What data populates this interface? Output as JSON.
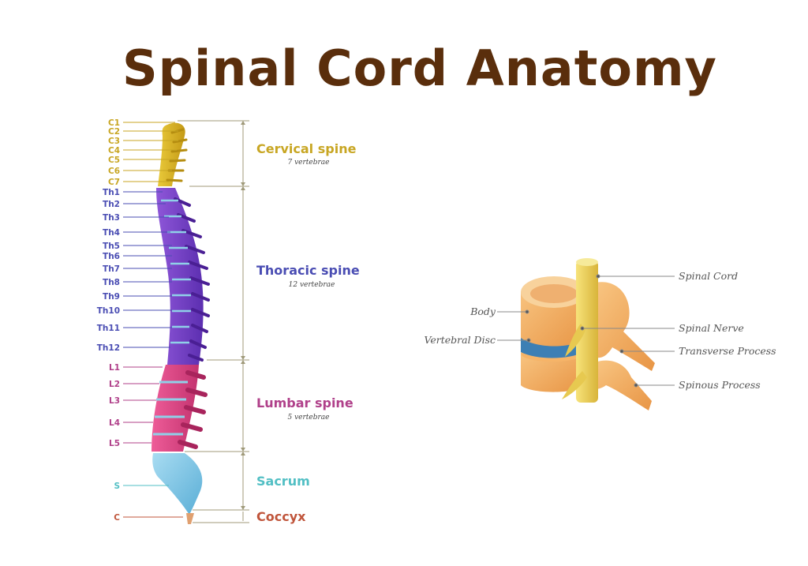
{
  "title": "Spinal Cord Anatomy",
  "colors": {
    "title": "#5a2e0c",
    "cervical": "#c8a623",
    "thoracic": "#4a4db3",
    "lumbar": "#b0408a",
    "sacrum": "#52bfc4",
    "coccyx": "#c0553b",
    "bracket": "#a09a7a"
  },
  "vertebrae": {
    "cervical": [
      "C1",
      "C2",
      "C3",
      "C4",
      "C5",
      "C6",
      "C7"
    ],
    "thoracic": [
      "Th1",
      "Th2",
      "Th3",
      "Th4",
      "Th5",
      "Th6",
      "Th7",
      "Th8",
      "Th9",
      "Th10",
      "Th11",
      "Th12"
    ],
    "lumbar": [
      "L1",
      "L2",
      "L3",
      "L4",
      "L5"
    ],
    "sacrum": [
      "S"
    ],
    "coccyx": [
      "C"
    ]
  },
  "regions": {
    "cervical": {
      "name": "Cervical spine",
      "count": "7 vertebrae"
    },
    "thoracic": {
      "name": "Thoracic spine",
      "count": "12 vertebrae"
    },
    "lumbar": {
      "name": "Lumbar spine",
      "count": "5 vertebrae"
    },
    "sacrum": {
      "name": "Sacrum"
    },
    "coccyx": {
      "name": "Coccyx"
    }
  },
  "vertebra_callouts": {
    "spinal_cord": "Spinal Cord",
    "body": "Body",
    "spinal_nerve": "Spinal Nerve",
    "vertebral_disc": "Vertebral Disc",
    "transverse_process": "Transverse Process",
    "spinous_process": "Spinous Process"
  }
}
